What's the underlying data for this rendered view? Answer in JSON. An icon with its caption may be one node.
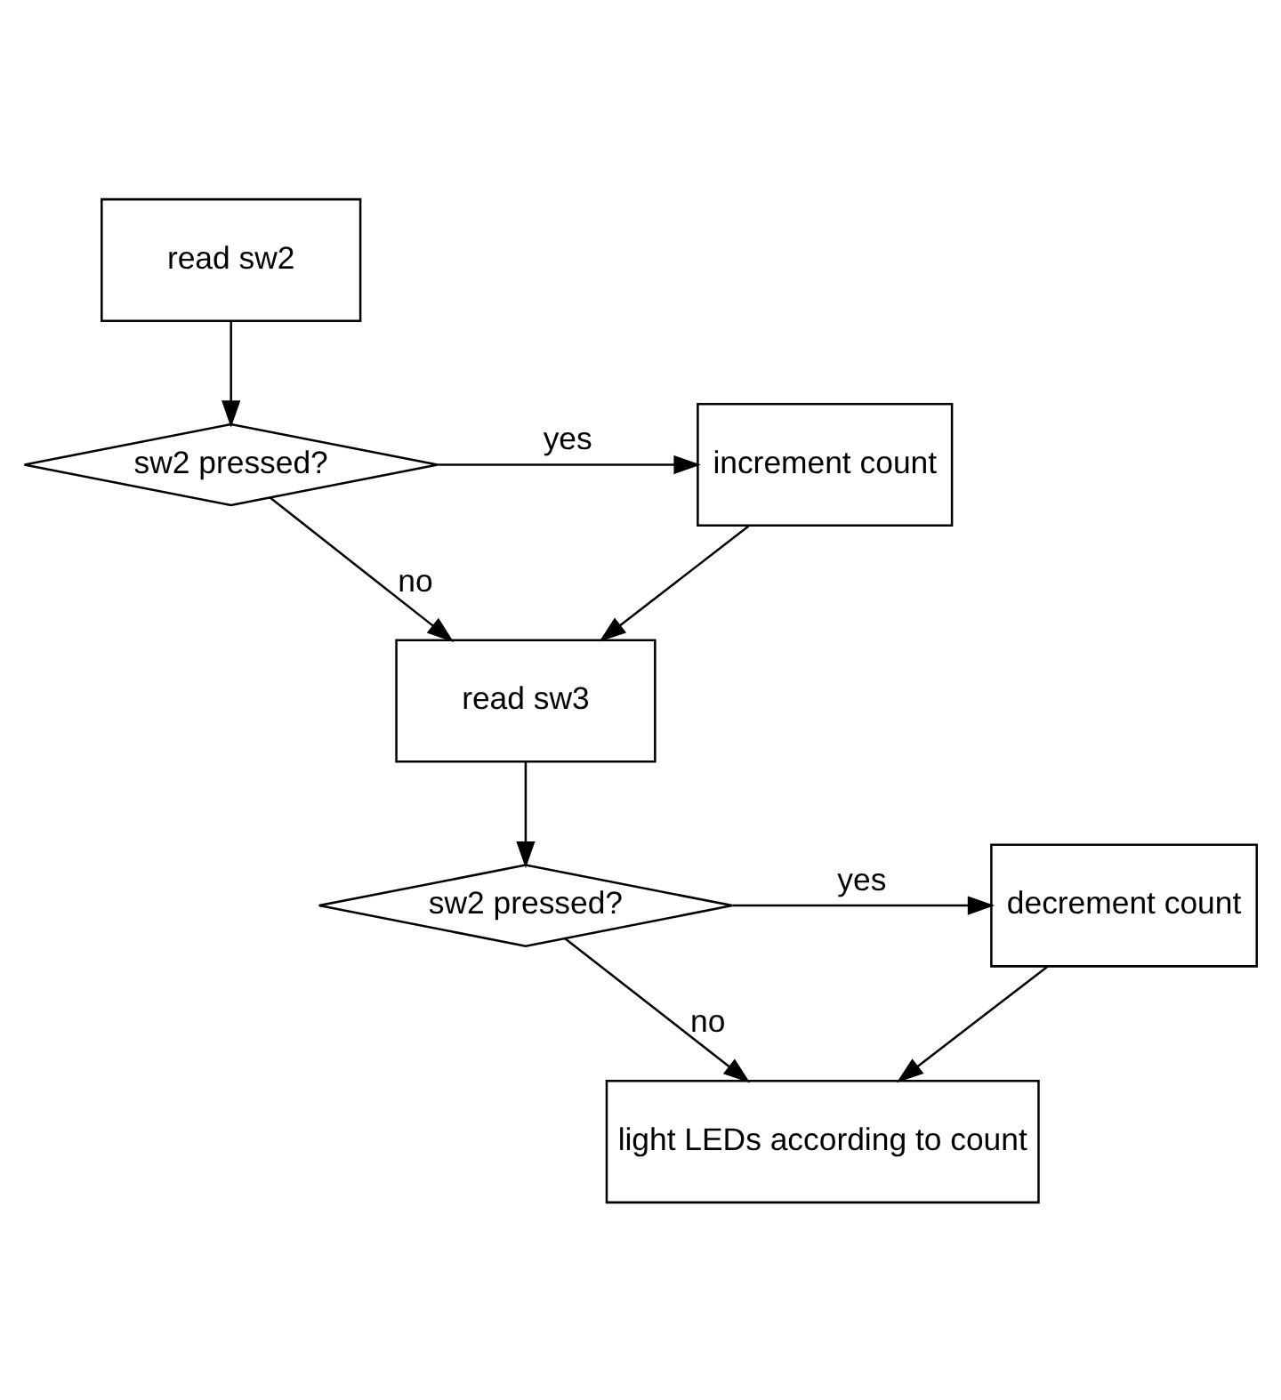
{
  "diagram": {
    "nodes": [
      {
        "text": [
          "read sw2"
        ]
      },
      {
        "text": [
          "sw2 pressed?"
        ]
      },
      {
        "text": [
          "increment count"
        ]
      },
      {
        "text": [
          "read sw3"
        ]
      },
      {
        "text": [
          "sw2 pressed?"
        ]
      },
      {
        "text": [
          "decrement count"
        ]
      },
      {
        "text": [
          "light LEDs according to count"
        ]
      }
    ],
    "edges": [
      {
        "from": 0,
        "to": 1,
        "arrow": "to"
      },
      {
        "from": 1,
        "to": 2,
        "arrow": "to",
        "label": "yes"
      },
      {
        "from": 1,
        "to": 3,
        "arrow": "to",
        "label": "no"
      },
      {
        "from": 2,
        "to": 3,
        "arrow": "to"
      },
      {
        "from": 3,
        "to": 4,
        "arrow": "to"
      },
      {
        "from": 4,
        "to": 5,
        "arrow": "to",
        "label": "yes"
      },
      {
        "from": 4,
        "to": 6,
        "arrow": "to",
        "label": "no"
      },
      {
        "from": 5,
        "to": 6,
        "arrow": "to"
      }
    ]
  }
}
